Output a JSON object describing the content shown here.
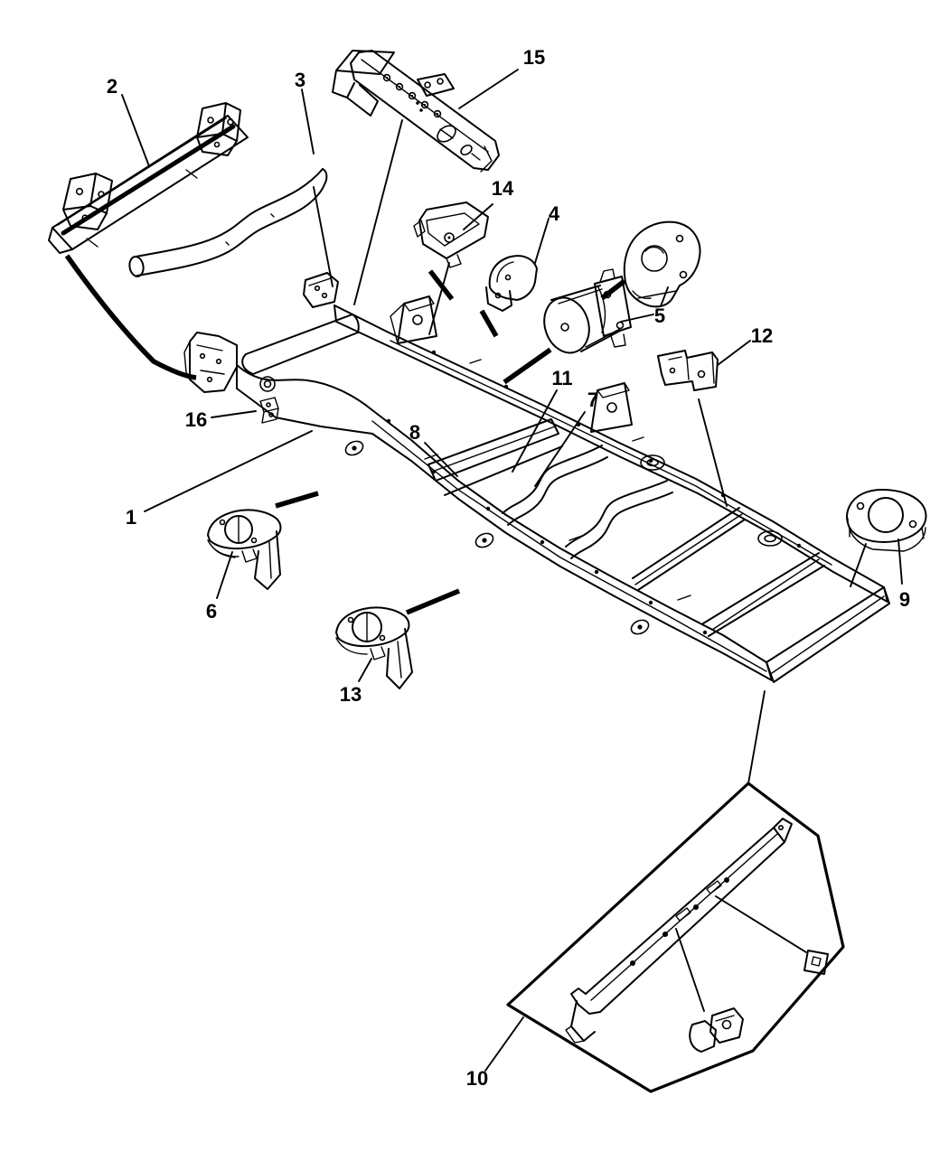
{
  "diagram": {
    "ink_color": "#000000",
    "paper_color": "#ffffff",
    "callouts": [
      {
        "label": "1"
      },
      {
        "label": "2"
      },
      {
        "label": "3"
      },
      {
        "label": "4"
      },
      {
        "label": "5"
      },
      {
        "label": "6"
      },
      {
        "label": "7"
      },
      {
        "label": "8"
      },
      {
        "label": "9"
      },
      {
        "label": "10"
      },
      {
        "label": "11"
      },
      {
        "label": "12"
      },
      {
        "label": "13"
      },
      {
        "label": "14"
      },
      {
        "label": "15"
      },
      {
        "label": "16"
      }
    ]
  }
}
